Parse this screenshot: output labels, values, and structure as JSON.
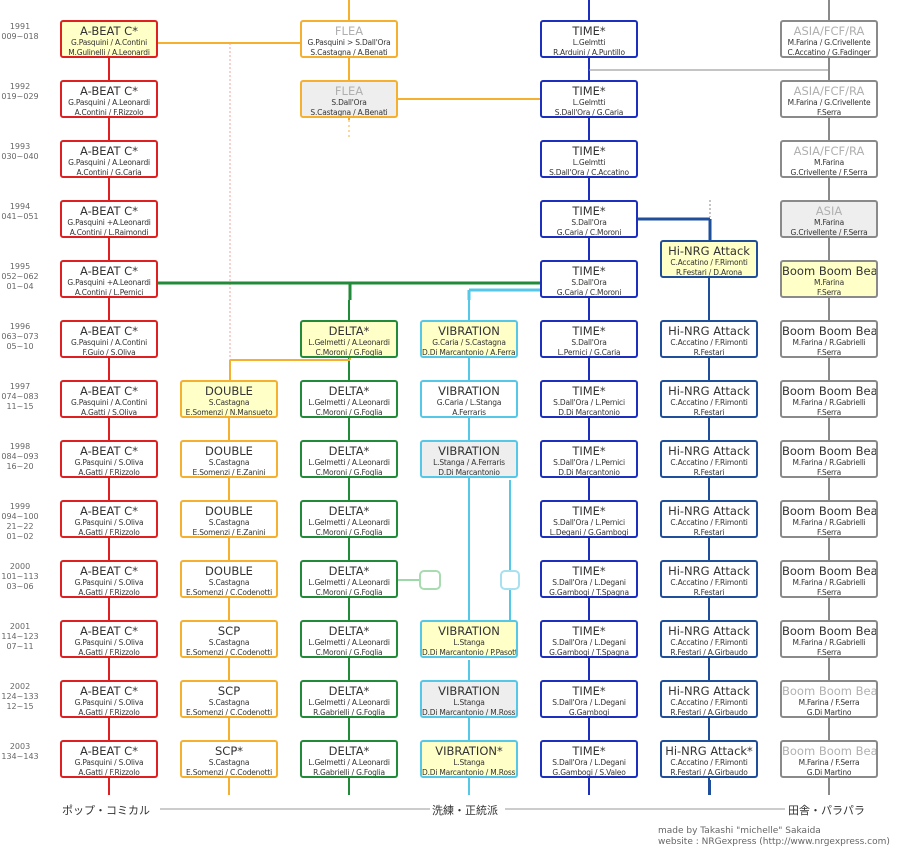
{
  "years": [
    {
      "y": "1991",
      "r": "009~018"
    },
    {
      "y": "1992",
      "r": "019~029"
    },
    {
      "y": "1993",
      "r": "030~040"
    },
    {
      "y": "1994",
      "r": "041~051"
    },
    {
      "y": "1995",
      "r": "052~062",
      "r2": "01~04"
    },
    {
      "y": "1996",
      "r": "063~073",
      "r2": "05~10"
    },
    {
      "y": "1997",
      "r": "074~083",
      "r2": "11~15"
    },
    {
      "y": "1998",
      "r": "084~093",
      "r2": "16~20"
    },
    {
      "y": "1999",
      "r": "094~100",
      "r2": "21~22",
      "r3": "01~02"
    },
    {
      "y": "2000",
      "r": "101~113",
      "r2": "03~06"
    },
    {
      "y": "2001",
      "r": "114~123",
      "r2": "07~11"
    },
    {
      "y": "2002",
      "r": "124~133",
      "r2": "12~15"
    },
    {
      "y": "2003",
      "r": "134~143"
    }
  ],
  "palette": {
    "abeat": "#e02020",
    "flea": "#f5b030",
    "delta": "#228b3a",
    "vibration": "#55c8e8",
    "time": "#1c2fbf",
    "hinrg": "#1f4f9a",
    "asia": "#8a8a8a",
    "dim": "#b0b0b0",
    "yellow_bg": "#ffffc8",
    "gray_bg": "#eeeeee"
  },
  "boxes": [
    {
      "c": 0,
      "r": 0,
      "title": "A-BEAT C*",
      "l1": "G.Pasquini / A.Contini",
      "l2": "M.Gulinelli / A.Leonardi",
      "color": "abeat",
      "bg": "yellow_bg"
    },
    {
      "c": 0,
      "r": 1,
      "title": "A-BEAT C*",
      "l1": "G.Pasquini / A.Leonardi",
      "l2": "A.Contini / F.Rizzolo",
      "color": "abeat"
    },
    {
      "c": 0,
      "r": 2,
      "title": "A-BEAT C*",
      "l1": "G.Pasquini / A.Leonardi",
      "l2": "A.Contini / G.Caria",
      "color": "abeat"
    },
    {
      "c": 0,
      "r": 3,
      "title": "A-BEAT C*",
      "l1": "G.Pasquini +A.Leonardi",
      "l2": "A.Contini / L.Raimondi",
      "color": "abeat"
    },
    {
      "c": 0,
      "r": 4,
      "title": "A-BEAT C*",
      "l1": "G.Pasquini +A.Leonardi",
      "l2": "A.Contini / L.Pernici",
      "color": "abeat"
    },
    {
      "c": 0,
      "r": 5,
      "title": "A-BEAT C*",
      "l1": "G.Pasquini / A.Contini",
      "l2": "F.Guio / S.Oliva",
      "color": "abeat"
    },
    {
      "c": 0,
      "r": 6,
      "title": "A-BEAT C*",
      "l1": "G.Pasquini / A.Contini",
      "l2": "A.Gatti / S.Oliva",
      "color": "abeat"
    },
    {
      "c": 0,
      "r": 7,
      "title": "A-BEAT C*",
      "l1": "G.Pasquini / S.Oliva",
      "l2": "A.Gatti / F.Rizzolo",
      "color": "abeat"
    },
    {
      "c": 0,
      "r": 8,
      "title": "A-BEAT C*",
      "l1": "G.Pasquini / S.Oliva",
      "l2": "A.Gatti / F.Rizzolo",
      "color": "abeat"
    },
    {
      "c": 0,
      "r": 9,
      "title": "A-BEAT C*",
      "l1": "G.Pasquini / S.Oliva",
      "l2": "A.Gatti / F.Rizzolo",
      "color": "abeat"
    },
    {
      "c": 0,
      "r": 10,
      "title": "A-BEAT C*",
      "l1": "G.Pasquini / S.Oliva",
      "l2": "A.Gatti / F.Rizzolo",
      "color": "abeat"
    },
    {
      "c": 0,
      "r": 11,
      "title": "A-BEAT C*",
      "l1": "G.Pasquini / S.Oliva",
      "l2": "A.Gatti / F.Rizzolo",
      "color": "abeat"
    },
    {
      "c": 0,
      "r": 12,
      "title": "A-BEAT C*",
      "l1": "G.Pasquini / S.Oliva",
      "l2": "A.Gatti / F.Rizzolo",
      "color": "abeat"
    },
    {
      "c": 1,
      "r": 6,
      "title": "DOUBLE",
      "l1": "S.Castagna",
      "l2": "E.Somenzi / N.Mansueto",
      "color": "flea",
      "bg": "yellow_bg"
    },
    {
      "c": 1,
      "r": 7,
      "title": "DOUBLE",
      "l1": "S.Castagna",
      "l2": "E.Somenzi / E.Zanini",
      "color": "flea"
    },
    {
      "c": 1,
      "r": 8,
      "title": "DOUBLE",
      "l1": "S.Castagna",
      "l2": "E.Somenzi / E.Zanini",
      "color": "flea"
    },
    {
      "c": 1,
      "r": 9,
      "title": "DOUBLE",
      "l1": "S.Castagna",
      "l2": "E.Somenzi / C.Codenotti",
      "color": "flea"
    },
    {
      "c": 1,
      "r": 10,
      "title": "SCP",
      "l1": "S.Castagna",
      "l2": "E.Somenzi / C.Codenotti",
      "color": "flea"
    },
    {
      "c": 1,
      "r": 11,
      "title": "SCP",
      "l1": "S.Castagna",
      "l2": "E.Somenzi / C.Codenotti",
      "color": "flea"
    },
    {
      "c": 1,
      "r": 12,
      "title": "SCP*",
      "l1": "S.Castagna",
      "l2": "E.Somenzi / C.Codenotti",
      "color": "flea"
    },
    {
      "c": 2,
      "r": 0,
      "title": "FLEA",
      "l1": "G.Pasquini > S.Dall'Ora",
      "l2": "S.Castagna / A.Benati",
      "color": "flea",
      "tc": "dim"
    },
    {
      "c": 2,
      "r": 1,
      "title": "FLEA",
      "l1": "S.Dall'Ora",
      "l2": "S.Castagna / A.Benati",
      "color": "flea",
      "bg": "gray_bg",
      "tc": "dim"
    },
    {
      "c": 2,
      "r": 5,
      "title": "DELTA*",
      "l1": "L.Gelmetti / A.Leonardi",
      "l2": "C.Moroni / G.Foglia",
      "color": "delta",
      "bg": "yellow_bg"
    },
    {
      "c": 2,
      "r": 6,
      "title": "DELTA*",
      "l1": "L.Gelmetti / A.Leonardi",
      "l2": "C.Moroni / G.Foglia",
      "color": "delta"
    },
    {
      "c": 2,
      "r": 7,
      "title": "DELTA*",
      "l1": "L.Gelmetti / A.Leonardi",
      "l2": "C.Moroni / G.Foglia",
      "color": "delta"
    },
    {
      "c": 2,
      "r": 8,
      "title": "DELTA*",
      "l1": "L.Gelmetti / A.Leonardi",
      "l2": "C.Moroni / G.Foglia",
      "color": "delta"
    },
    {
      "c": 2,
      "r": 9,
      "title": "DELTA*",
      "l1": "L.Gelmetti / A.Leonardi",
      "l2": "C.Moroni / G.Foglia",
      "color": "delta"
    },
    {
      "c": 2,
      "r": 10,
      "title": "DELTA*",
      "l1": "L.Gelmetti / A.Leonardi",
      "l2": "C.Moroni / G.Foglia",
      "color": "delta"
    },
    {
      "c": 2,
      "r": 11,
      "title": "DELTA*",
      "l1": "L.Gelmetti / A.Leonardi",
      "l2": "R.Gabrielli / G.Foglia",
      "color": "delta"
    },
    {
      "c": 2,
      "r": 12,
      "title": "DELTA*",
      "l1": "L.Gelmetti / A.Leonardi",
      "l2": "R.Gabrielli / G.Foglia",
      "color": "delta"
    },
    {
      "c": 3,
      "r": 5,
      "title": "VIBRATION",
      "l1": "G.Caria / S.Castagna",
      "l2": "D.Di Marcantonio / A.Ferraris",
      "color": "vibration",
      "bg": "yellow_bg"
    },
    {
      "c": 3,
      "r": 6,
      "title": "VIBRATION",
      "l1": "G.Caria / L.Stanga",
      "l2": "A.Ferraris",
      "color": "vibration"
    },
    {
      "c": 3,
      "r": 7,
      "title": "VIBRATION",
      "l1": "L.Stanga / A.Ferraris",
      "l2": "D.Di Marcantonio",
      "color": "vibration",
      "bg": "gray_bg"
    },
    {
      "c": 3,
      "r": 10,
      "title": "VIBRATION",
      "l1": "L.Stanga",
      "l2": "D.Di Marcantonio / P.Pasotti",
      "color": "vibration",
      "bg": "yellow_bg"
    },
    {
      "c": 3,
      "r": 11,
      "title": "VIBRATION",
      "l1": "L.Stanga",
      "l2": "D.Di Marcantonio / M.Rossi",
      "color": "vibration",
      "bg": "gray_bg"
    },
    {
      "c": 3,
      "r": 12,
      "title": "VIBRATION*",
      "l1": "L.Stanga",
      "l2": "D.Di Marcantonio / M.Rossi",
      "color": "vibration",
      "bg": "yellow_bg"
    },
    {
      "c": 4,
      "r": 0,
      "title": "TIME*",
      "l1": "L.Gelmtti",
      "l2": "R.Arduini / A.Puntillo",
      "color": "time"
    },
    {
      "c": 4,
      "r": 1,
      "title": "TIME*",
      "l1": "L.Gelmtti",
      "l2": "S.Dall'Ora / G.Caria",
      "color": "time"
    },
    {
      "c": 4,
      "r": 2,
      "title": "TIME*",
      "l1": "L.Gelmtti",
      "l2": "S.Dall'Ora / C.Accatino",
      "color": "time"
    },
    {
      "c": 4,
      "r": 3,
      "title": "TIME*",
      "l1": "S.Dall'Ora",
      "l2": "G.Caria / C.Moroni",
      "color": "time"
    },
    {
      "c": 4,
      "r": 4,
      "title": "TIME*",
      "l1": "S.Dall'Ora",
      "l2": "G.Caria / C.Moroni",
      "color": "time"
    },
    {
      "c": 4,
      "r": 5,
      "title": "TIME*",
      "l1": "S.Dall'Ora",
      "l2": "L.Pernici / G.Caria",
      "color": "time"
    },
    {
      "c": 4,
      "r": 6,
      "title": "TIME*",
      "l1": "S.Dall'Ora / L.Pernici",
      "l2": "D.Di Marcantonio",
      "color": "time"
    },
    {
      "c": 4,
      "r": 7,
      "title": "TIME*",
      "l1": "S.Dall'Ora / L.Pernici",
      "l2": "D.Di Marcantonio",
      "color": "time"
    },
    {
      "c": 4,
      "r": 8,
      "title": "TIME*",
      "l1": "S.Dall'Ora / L.Pernici",
      "l2": "L.Degani / G.Gambogi",
      "color": "time"
    },
    {
      "c": 4,
      "r": 9,
      "title": "TIME*",
      "l1": "S.Dall'Ora / L.Degani",
      "l2": "G.Gambogi / T.Spagna",
      "color": "time"
    },
    {
      "c": 4,
      "r": 10,
      "title": "TIME*",
      "l1": "S.Dall'Ora / L.Degani",
      "l2": "G.Gambogi / T.Spagna",
      "color": "time"
    },
    {
      "c": 4,
      "r": 11,
      "title": "TIME*",
      "l1": "S.Dall'Ora / L.Degani",
      "l2": "G.Gambogi",
      "color": "time"
    },
    {
      "c": 4,
      "r": 12,
      "title": "TIME*",
      "l1": "S.Dall'Ora / L.Degani",
      "l2": "G.Gambogi / S.Valeo",
      "color": "time"
    },
    {
      "c": 5,
      "r": 4,
      "title": "Hi-NRG Attack",
      "l1": "C.Accatino / F.Rimonti",
      "l2": "R.Festari / D.Arona",
      "color": "hinrg",
      "bg": "yellow_bg",
      "shift": -20
    },
    {
      "c": 5,
      "r": 5,
      "title": "Hi-NRG Attack",
      "l1": "C.Accatino / F.Rimonti",
      "l2": "R.Festari",
      "color": "hinrg"
    },
    {
      "c": 5,
      "r": 6,
      "title": "Hi-NRG Attack",
      "l1": "C.Accatino / F.Rimonti",
      "l2": "R.Festari",
      "color": "hinrg"
    },
    {
      "c": 5,
      "r": 7,
      "title": "Hi-NRG Attack",
      "l1": "C.Accatino / F.Rimonti",
      "l2": "R.Festari",
      "color": "hinrg"
    },
    {
      "c": 5,
      "r": 8,
      "title": "Hi-NRG Attack",
      "l1": "C.Accatino / F.Rimonti",
      "l2": "R.Festari",
      "color": "hinrg"
    },
    {
      "c": 5,
      "r": 9,
      "title": "Hi-NRG Attack",
      "l1": "C.Accatino / F.Rimonti",
      "l2": "R.Festari",
      "color": "hinrg"
    },
    {
      "c": 5,
      "r": 10,
      "title": "Hi-NRG Attack",
      "l1": "C.Accatino / F.Rimonti",
      "l2": "R.Festari / A.Girbaudo",
      "color": "hinrg"
    },
    {
      "c": 5,
      "r": 11,
      "title": "Hi-NRG Attack",
      "l1": "C.Accatino / F.Rimonti",
      "l2": "R.Festari / A.Girbaudo",
      "color": "hinrg"
    },
    {
      "c": 5,
      "r": 12,
      "title": "Hi-NRG Attack*",
      "l1": "C.Accatino / F.Rimonti",
      "l2": "R.Festari / A.Girbaudo",
      "color": "hinrg"
    },
    {
      "c": 6,
      "r": 0,
      "title": "ASIA/FCF/RA",
      "l1": "M.Farina / G.Crivellente",
      "l2": "C.Accatino / G.Fadinger",
      "color": "asia",
      "tc": "dim"
    },
    {
      "c": 6,
      "r": 1,
      "title": "ASIA/FCF/RA",
      "l1": "M.Farina / G.Crivellente",
      "l2": "F.Serra",
      "color": "asia",
      "tc": "dim"
    },
    {
      "c": 6,
      "r": 2,
      "title": "ASIA/FCF/RA",
      "l1": "M.Farina",
      "l2": "G.Crivellente / F.Serra",
      "color": "asia",
      "tc": "dim"
    },
    {
      "c": 6,
      "r": 3,
      "title": "ASIA",
      "l1": "M.Farina",
      "l2": "G.Crivellente / F.Serra",
      "color": "asia",
      "bg": "gray_bg",
      "tc": "dim"
    },
    {
      "c": 6,
      "r": 4,
      "title": "Boom Boom Beat",
      "l1": "M.Farina",
      "l2": "F.Serra",
      "color": "asia",
      "bg": "yellow_bg"
    },
    {
      "c": 6,
      "r": 5,
      "title": "Boom Boom Beat",
      "l1": "M.Farina / R.Gabrielli",
      "l2": "F.Serra",
      "color": "asia"
    },
    {
      "c": 6,
      "r": 6,
      "title": "Boom Boom Beat",
      "l1": "M.Farina / R.Gabrielli",
      "l2": "F.Serra",
      "color": "asia"
    },
    {
      "c": 6,
      "r": 7,
      "title": "Boom Boom Beat",
      "l1": "M.Farina / R.Gabrielli",
      "l2": "F.Serra",
      "color": "asia"
    },
    {
      "c": 6,
      "r": 8,
      "title": "Boom Boom Beat",
      "l1": "M.Farina / R.Gabrielli",
      "l2": "F.Serra",
      "color": "asia"
    },
    {
      "c": 6,
      "r": 9,
      "title": "Boom Boom Beat",
      "l1": "M.Farina / R.Gabrielli",
      "l2": "F.Serra",
      "color": "asia"
    },
    {
      "c": 6,
      "r": 10,
      "title": "Boom Boom Beat",
      "l1": "M.Farina / R.Gabrielli",
      "l2": "F.Serra",
      "color": "asia"
    },
    {
      "c": 6,
      "r": 11,
      "title": "Boom Boom Beat",
      "l1": "M.Farina / F.Serra",
      "l2": "G.Di Martino",
      "color": "asia",
      "tc": "dim"
    },
    {
      "c": 6,
      "r": 12,
      "title": "Boom Boom Beat",
      "l1": "M.Farina / F.Serra",
      "l2": "G.Di Martino",
      "color": "asia",
      "tc": "dim"
    }
  ],
  "footer": {
    "left": "ポップ・コミカル",
    "center": "洗練・正統派",
    "right": "田舎・パラパラ"
  },
  "credits": {
    "line1": "made by Takashi \"michelle\" Sakaida",
    "line2": "website : NRGexpress (http://www.nrgexpress.com)"
  }
}
